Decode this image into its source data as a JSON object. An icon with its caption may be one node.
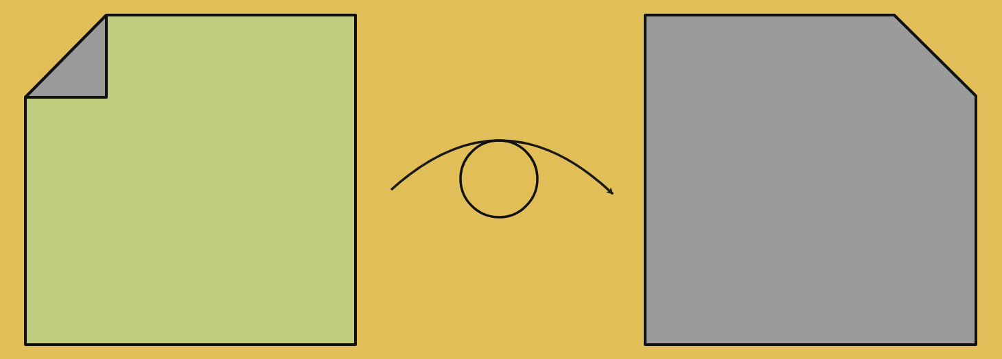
{
  "diagram": {
    "nodes": [
      {
        "text": [],
        "shape": "document"
      },
      {
        "text": [],
        "shape": "circle"
      },
      {
        "text": [],
        "shape": "box"
      }
    ],
    "edges": [
      {
        "from": 0,
        "to": 2,
        "arrow": "to"
      }
    ]
  }
}
